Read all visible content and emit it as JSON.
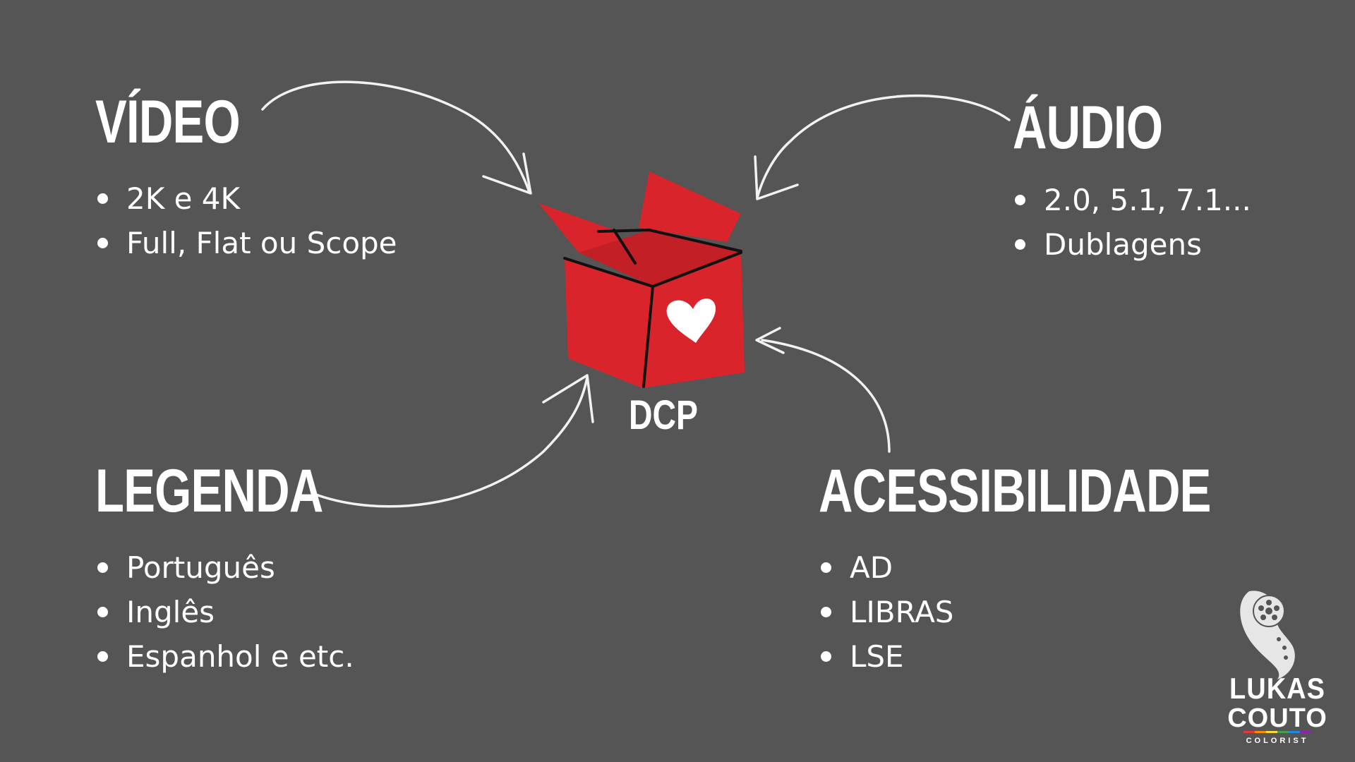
{
  "sections": {
    "video": {
      "title": "VÍDEO",
      "items": [
        "2K e 4K",
        "Full, Flat ou Scope"
      ]
    },
    "audio": {
      "title": "ÁUDIO",
      "items": [
        "2.0, 5.1, 7.1...",
        "Dublagens"
      ]
    },
    "legenda": {
      "title": "LEGENDA",
      "items": [
        "Português",
        "Inglês",
        "Espanhol e etc."
      ]
    },
    "acessibilidade": {
      "title": "ACESSIBILIDADE",
      "items": [
        "AD",
        "LIBRAS",
        "LSE"
      ]
    }
  },
  "center": {
    "label": "DCP"
  },
  "logo": {
    "line1": "LUKAS",
    "line2": "COUTO",
    "tagline": "COLORIST"
  },
  "colors": {
    "background": "#555555",
    "box_red": "#d9242b",
    "text": "#ffffff"
  },
  "icons": {
    "center": "open-box-heart-icon",
    "logo": "film-reel-tentacle-icon"
  }
}
